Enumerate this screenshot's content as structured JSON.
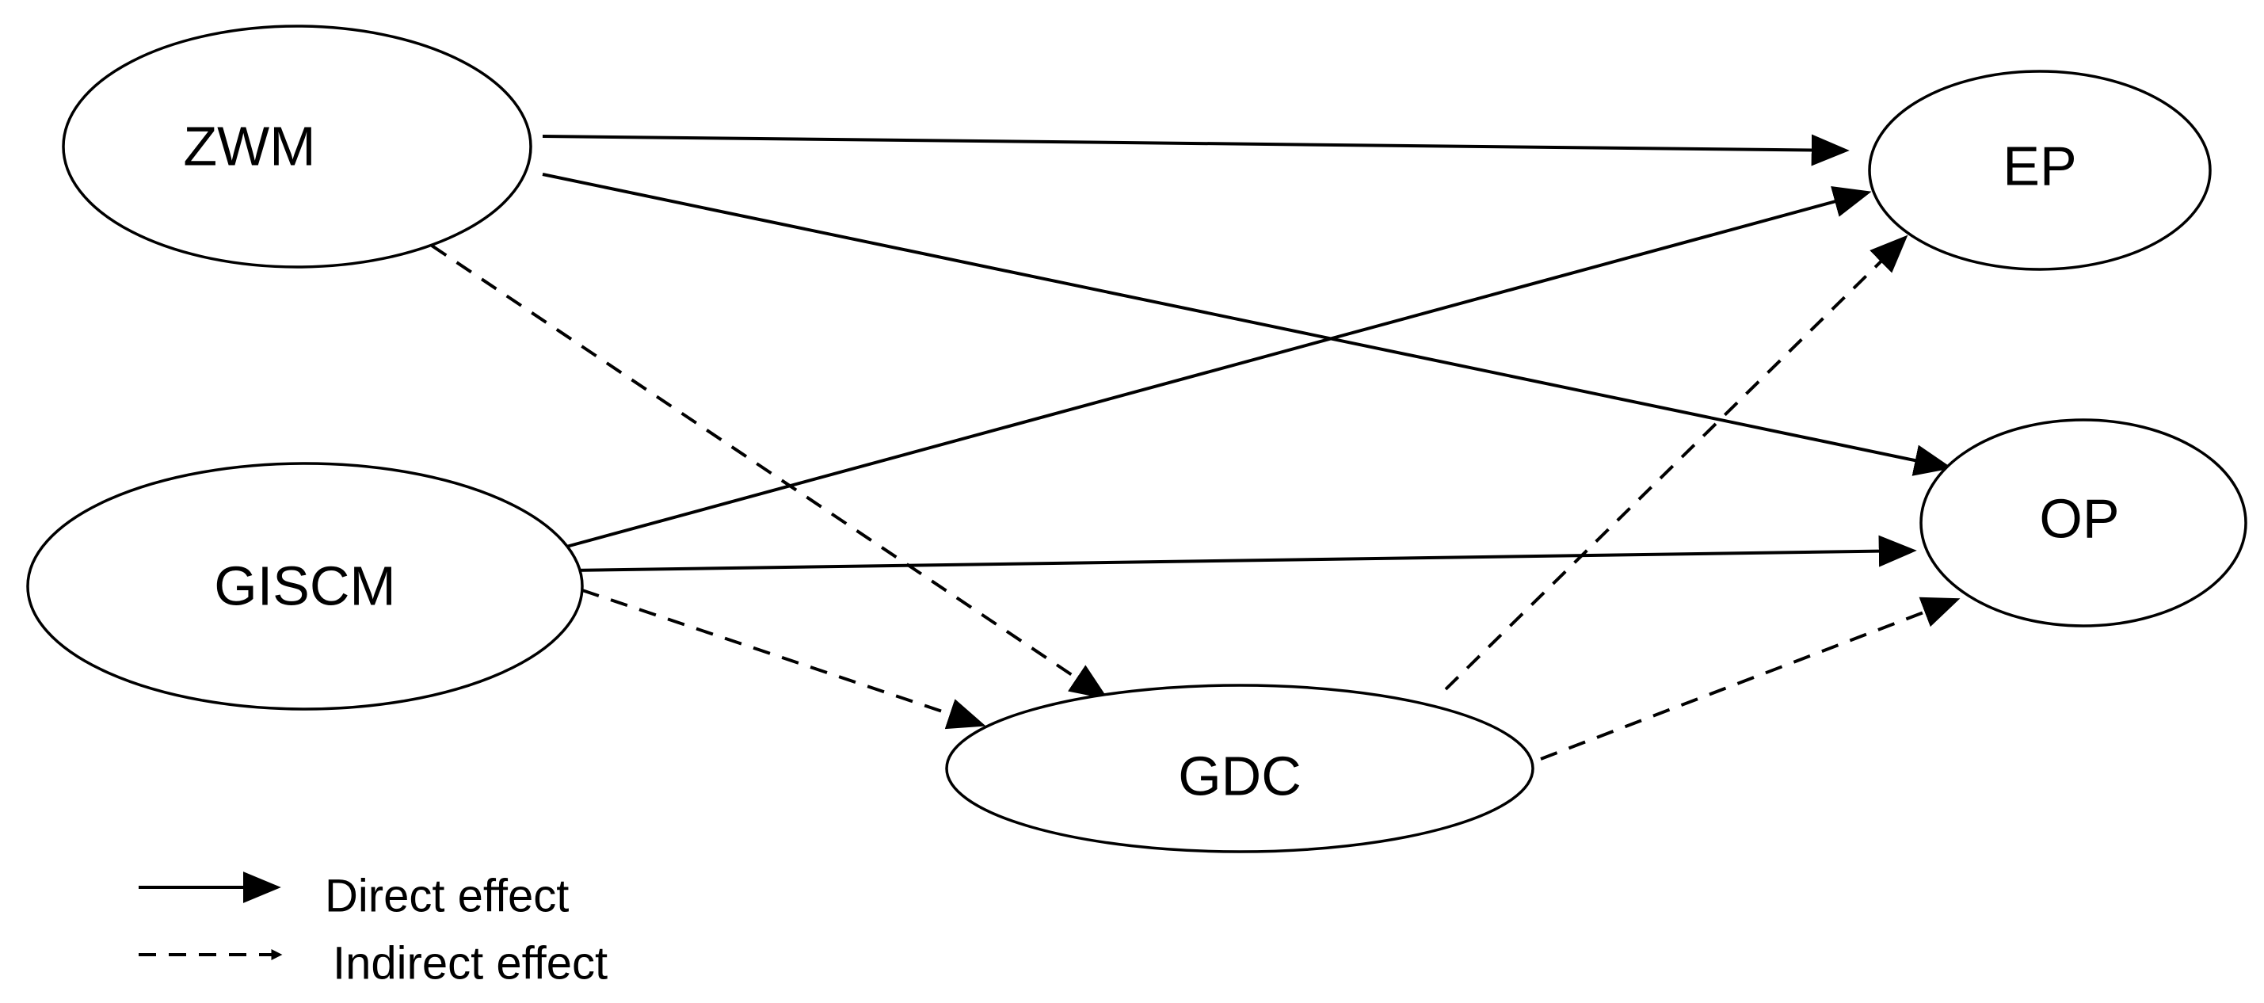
{
  "diagram": {
    "nodes": [
      {
        "id": "zwm",
        "label": "ZWM"
      },
      {
        "id": "giscm",
        "label": "GISCM"
      },
      {
        "id": "gdc",
        "label": "GDC"
      },
      {
        "id": "ep",
        "label": "EP"
      },
      {
        "id": "op",
        "label": "OP"
      }
    ],
    "edges": [
      {
        "from": "ZWM",
        "to": "EP",
        "style": "direct"
      },
      {
        "from": "ZWM",
        "to": "OP",
        "style": "direct"
      },
      {
        "from": "GISCM",
        "to": "EP",
        "style": "direct"
      },
      {
        "from": "GISCM",
        "to": "OP",
        "style": "direct"
      },
      {
        "from": "ZWM",
        "to": "GDC",
        "style": "indirect"
      },
      {
        "from": "GISCM",
        "to": "GDC",
        "style": "indirect"
      },
      {
        "from": "GDC",
        "to": "EP",
        "style": "indirect"
      },
      {
        "from": "GDC",
        "to": "OP",
        "style": "indirect"
      }
    ]
  },
  "legend": {
    "direct_label": "Direct effect",
    "indirect_label": "Indirect effect"
  },
  "colors": {
    "stroke": "#000000",
    "background": "#ffffff"
  }
}
